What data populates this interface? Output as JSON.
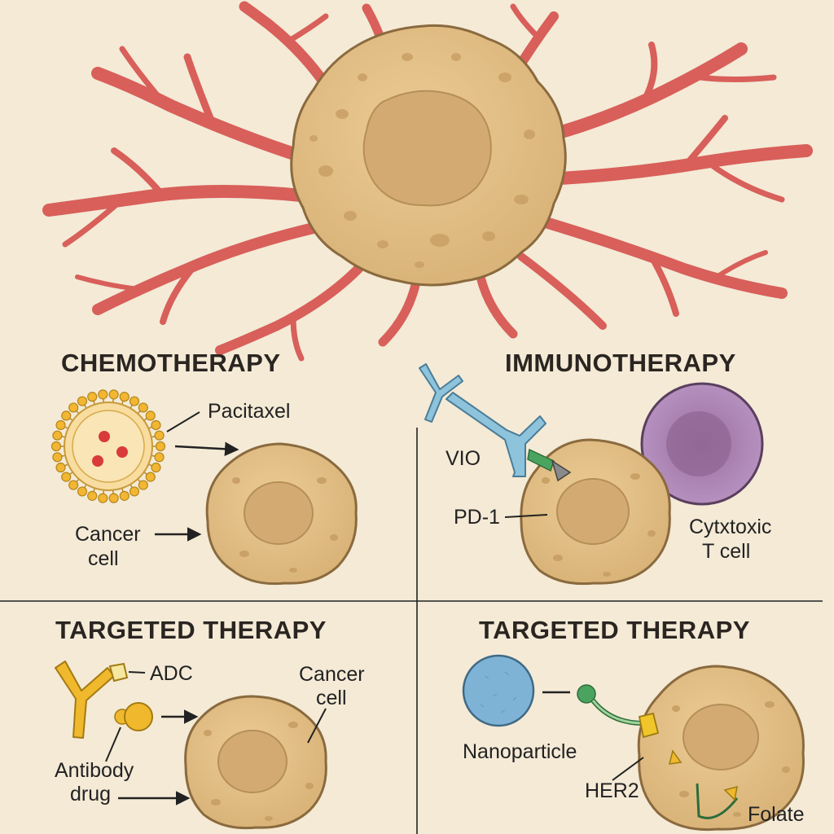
{
  "panels": {
    "chemo": {
      "heading": "CHEMOTHERAPY",
      "drug_label": "Pacitaxel",
      "cell_label_1": "Cancer",
      "cell_label_2": "cell"
    },
    "immuno": {
      "heading": "IMMUNOTHERAPY",
      "antibody_label": "VIO",
      "receptor_label": "PD-1",
      "tcell_label_1": "Cytxtoxic",
      "tcell_label_2": "T cell"
    },
    "targeted_adc": {
      "heading": "TARGETED THERAPY",
      "adc_label": "ADC",
      "cell_label_1": "Cancer",
      "cell_label_2": "cell",
      "drug_label_1": "Antibody",
      "drug_label_2": "drug"
    },
    "targeted_np": {
      "heading": "TARGETED THERAPY",
      "nanoparticle_label": "Nanoparticle",
      "receptor_label": "HER2",
      "ligand_label": "Folate"
    }
  },
  "colors": {
    "background": "#f4ead6",
    "cell_fill": "#e2c08a",
    "cell_nucleus": "#d3ab72",
    "vessel": "#d85f5a",
    "antibody_blue": "#8ec3dc",
    "adc_yellow": "#f0b82c",
    "tcell_purple": "#ab8cb8",
    "nanoparticle_blue": "#7fb3d6",
    "ligand_green": "#4aa45f"
  }
}
